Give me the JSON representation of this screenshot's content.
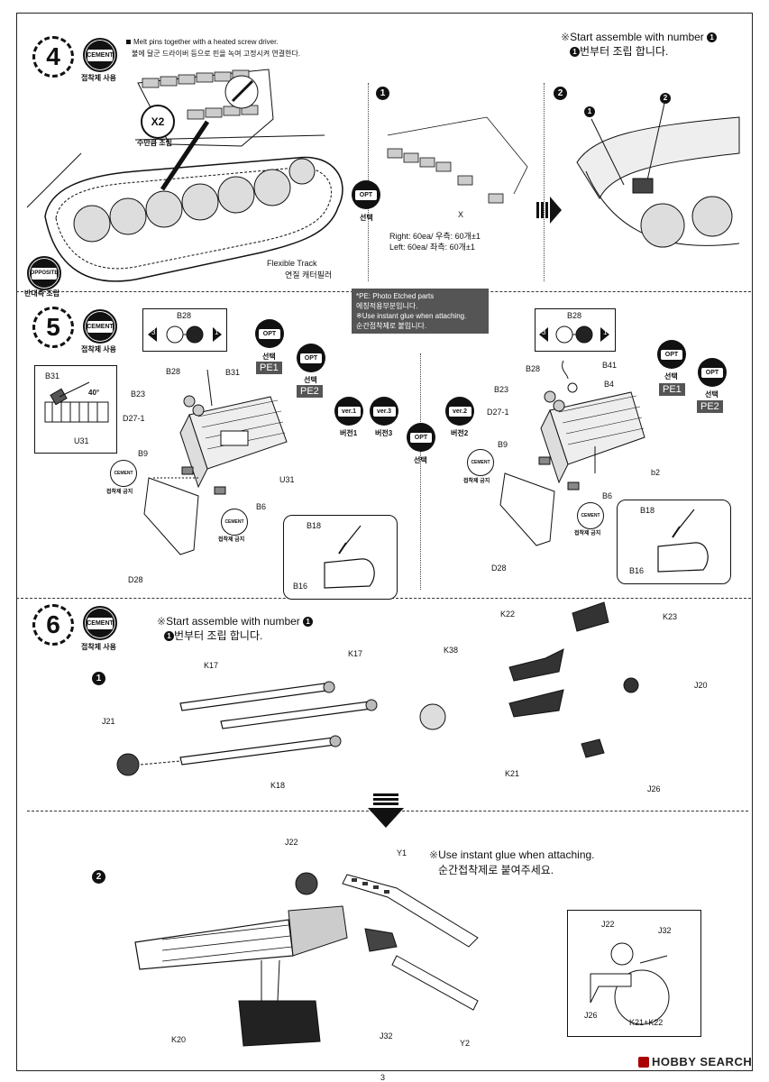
{
  "steps": {
    "s4": "4",
    "s5": "5",
    "s6": "6"
  },
  "badges": {
    "cement": "CEMENT",
    "cement_caption": "접착제 사용",
    "opposite": "OPPOSITE",
    "opposite_caption": "반대측 조립",
    "x2": "X2",
    "x2_caption": "수만큼 조립",
    "opt": "OPT",
    "opt_caption": "선택",
    "nocement_caption": "접착제 금지"
  },
  "step4": {
    "melt_en": "Melt pins together with a heated screw driver.",
    "melt_ko": "불에 달군 드라이버 등으로 핀을 녹여 고정시켜 연결한다.",
    "start_en": "Start assemble with number",
    "start_ko": "번부터 조립 합니다.",
    "num1": "1",
    "num2": "2",
    "right_line": "Right:  60ea/ 우측: 60개±1",
    "left_line": "Left:   60ea/ 좌측: 60개±1",
    "x_mark": "X",
    "track_en": "Flexible Track",
    "track_ko": "연질 캐터필러",
    "sub1": "1",
    "sub2": "2",
    "mark1": "1",
    "mark2": "2"
  },
  "step5": {
    "note_lines": [
      "*PE: Photo Etched parts",
      "에칭적용부분입니다.",
      "※Use instant glue when attaching.",
      "순간접착제로 붙입니다."
    ],
    "pe1": "PE1",
    "pe2": "PE2",
    "ver1": "ver.1",
    "ver1_ko": "버전1",
    "ver3": "ver.3",
    "ver3_ko": "버전3",
    "ver2": "ver.2",
    "ver2_ko": "버전2",
    "left_labels": {
      "b28": "B28",
      "b31": "B31",
      "b23": "B23",
      "d27": "D27-1",
      "b9": "B9",
      "u31": "U31",
      "b6": "B6",
      "d28": "D28",
      "b18": "B18",
      "b16": "B16",
      "inset_b31": "B31",
      "inset_u31": "U31",
      "angle": "40°",
      "key_b28": "B28",
      "key3": "3",
      "key1": "1"
    },
    "right_labels": {
      "b28": "B28",
      "b41": "B41",
      "b4": "B4",
      "b23": "B23",
      "d27": "D27-1",
      "b9": "B9",
      "b2": "b2",
      "b6": "B6",
      "d28": "D28",
      "b18": "B18",
      "b16": "B16",
      "key_b28": "B28",
      "key3": "3",
      "key1": "1"
    }
  },
  "step6": {
    "start_en": "Start assemble with number",
    "start_ko": "번부터 조립 합니다.",
    "num1": "1",
    "sub1": "1",
    "sub2": "2",
    "labels1": {
      "k17a": "K17",
      "k17b": "K17",
      "k38": "K38",
      "k22": "K22",
      "k23": "K23",
      "j20": "J20",
      "j21": "J21",
      "k18": "K18",
      "k21": "K21",
      "j26": "J26"
    },
    "glue_en": "Use instant glue when attaching.",
    "glue_ko": "순간접착제로 붙여주세요.",
    "labels2": {
      "j22": "J22",
      "y1": "Y1",
      "k20": "K20",
      "j32": "J32",
      "y2": "Y2"
    },
    "inset": {
      "j22": "J22",
      "j32": "J32",
      "j26": "J26",
      "k21k22": "K21+K22"
    }
  },
  "footer": {
    "page": "3",
    "brand": "HOBBY SEARCH"
  }
}
